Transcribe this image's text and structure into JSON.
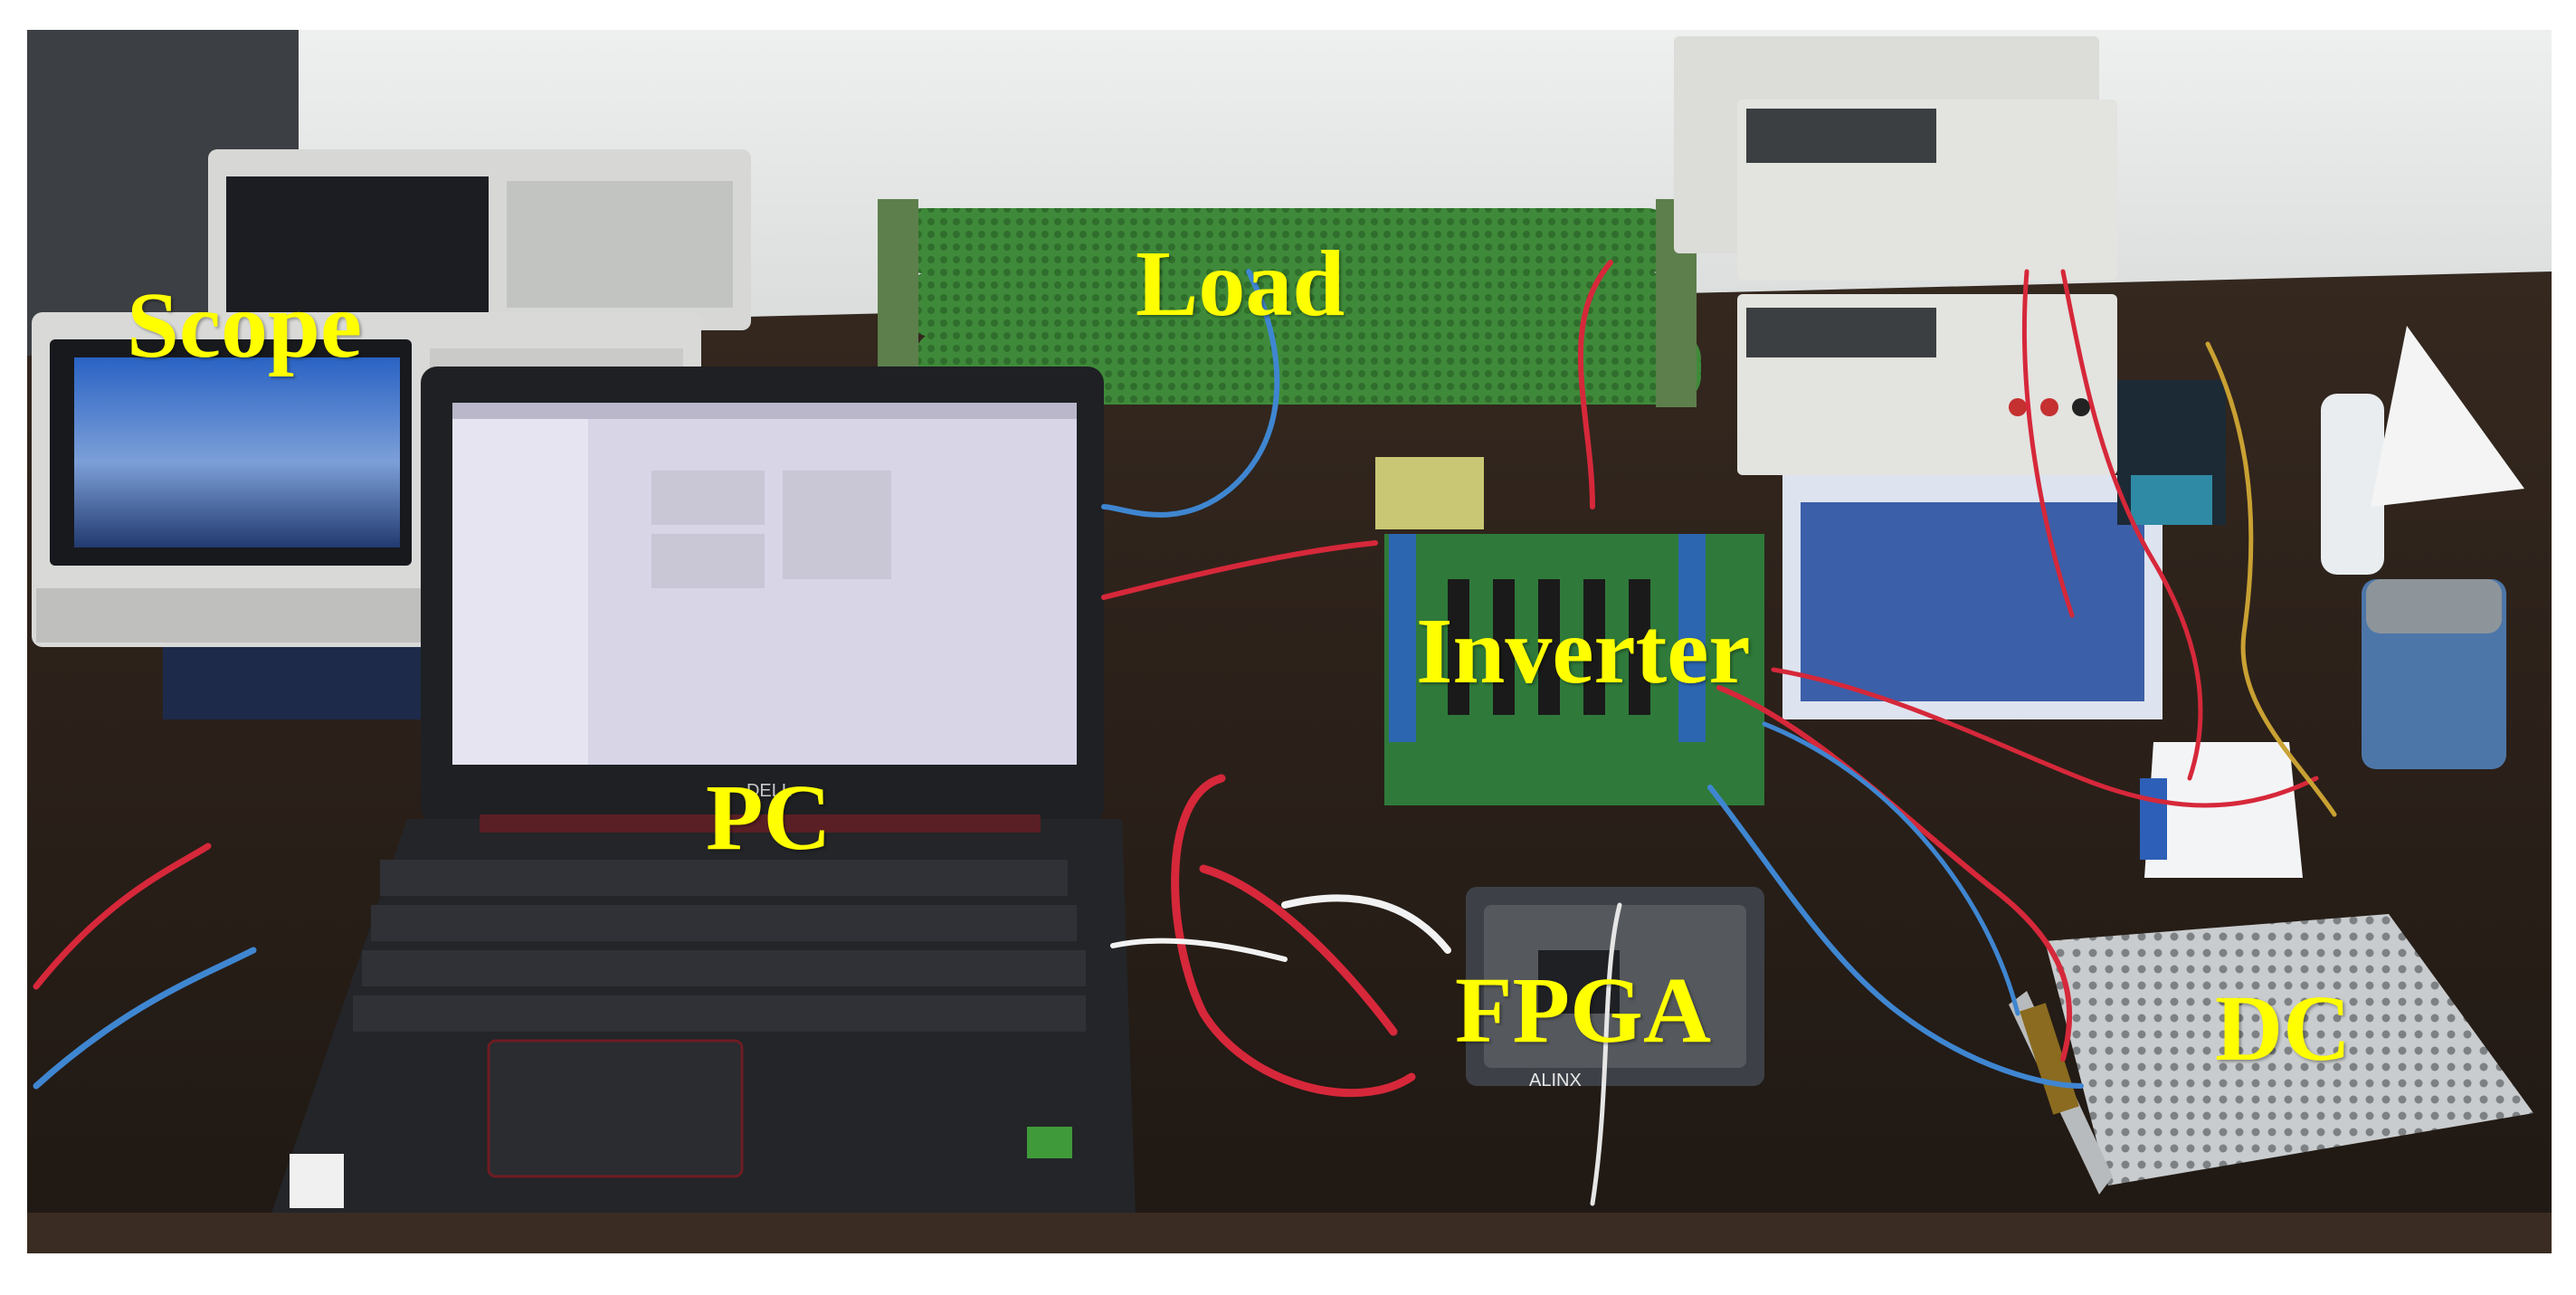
{
  "labels": {
    "scope": "Scope",
    "load": "Load",
    "inverter": "Inverter",
    "pc": "PC",
    "fpga": "FPGA",
    "dc": "DC"
  },
  "device_text": {
    "laptop_brand": "DELL",
    "fpga_brand": "ALINX"
  },
  "colors": {
    "label_color": "#ffff00",
    "wall": "#e9ebea",
    "desk": "#2b211b",
    "load_resistor": "#3f8a3a",
    "pcb": "#2f7a3a",
    "wire_red": "#d6283a",
    "wire_blue": "#3f86d1"
  }
}
